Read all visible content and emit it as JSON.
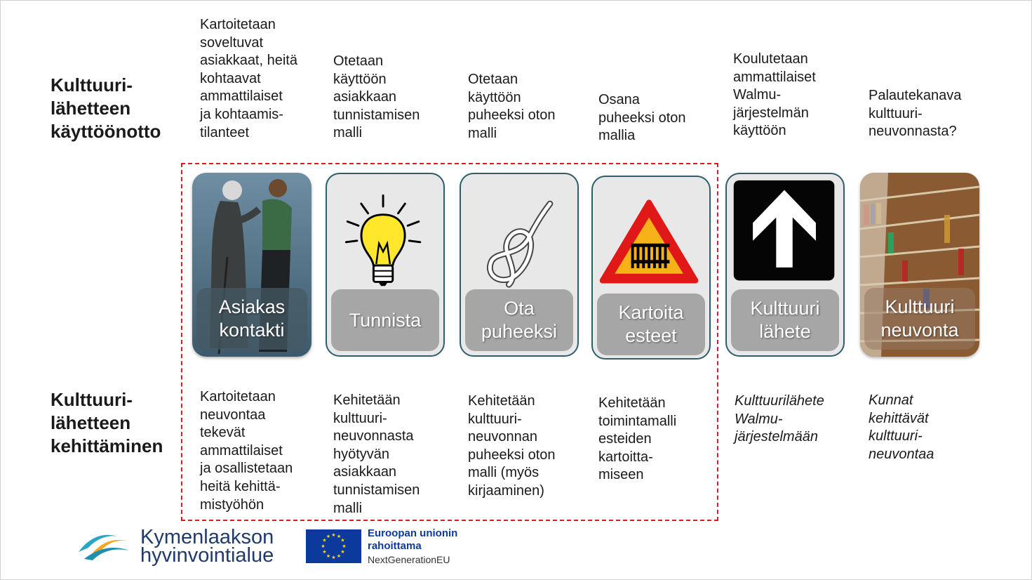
{
  "rows": {
    "top_title": "Kulttuuri-\nlähetteen\nkäyttöönotto",
    "bottom_title": "Kulttuuri-\nlähetteen\nkehittäminen"
  },
  "top_texts": [
    "Kartoitetaan\nsoveltuvat\nasiakkaat, heitä\nkohtaavat\nammattilaiset\nja kohtaamis-\ntilanteet",
    "Otetaan\nkäyttöön\nasiakkaan\ntunnistamisen\nmalli",
    "Otetaan\nkäyttöön\npuheeksi oton\nmalli",
    "Osana\npuheeksi oton\nmallia",
    "Koulutetaan\nammattilaiset\nWalmu-\njärjestelmän\nkäyttöön",
    "Palautekanava\nkulttuuri-\nneuvonnasta?"
  ],
  "cards": [
    {
      "label": "Asiakas\nkontakti",
      "icon": "elderly-care-photo"
    },
    {
      "label": "Tunnista",
      "icon": "lightbulb-icon"
    },
    {
      "label": "Ota\npuheeksi",
      "icon": "rope-knot-icon"
    },
    {
      "label": "Kartoita\nesteet",
      "icon": "warning-gate-sign"
    },
    {
      "label": "Kulttuuri\nlähete",
      "icon": "arrow-up-sign"
    },
    {
      "label": "Kulttuuri\nneuvonta",
      "icon": "library-photo"
    }
  ],
  "bottom_texts": [
    "Kartoitetaan\nneuvontaa\ntekevät\nammattilaiset\nja osallistetaan\nheitä kehittä-\nmistyöhön",
    "Kehitetään\nkulttuuri-\nneuvonnasta\nhyötyvän\nasiakkaan\ntunnistamisen\nmalli",
    "Kehitetään\nkulttuuri-\nneuvonnan\npuheeksi oton\nmalli (myös\nkirjaaminen)",
    "Kehitetään\ntoimintamalli\nesteiden\nkartoitta-\nmiseen",
    "Kulttuurilähete\nWalmu-\njärjestelmään",
    "Kunnat\nkehittävät\nkulttuuri-\nneuvontaa"
  ],
  "footer": {
    "org_name": "Kymenlaakson\nhyvinvointialue",
    "eu_line1": "Euroopan unionin\nrahoittama",
    "eu_line2": "NextGenerationEU"
  },
  "colors": {
    "dashed_border": "#e0191f",
    "card_border": "#2e5e6b",
    "label_bg": "#a0a0a0",
    "org_blue": "#1f3a6b",
    "eu_blue": "#0b3a9c"
  }
}
